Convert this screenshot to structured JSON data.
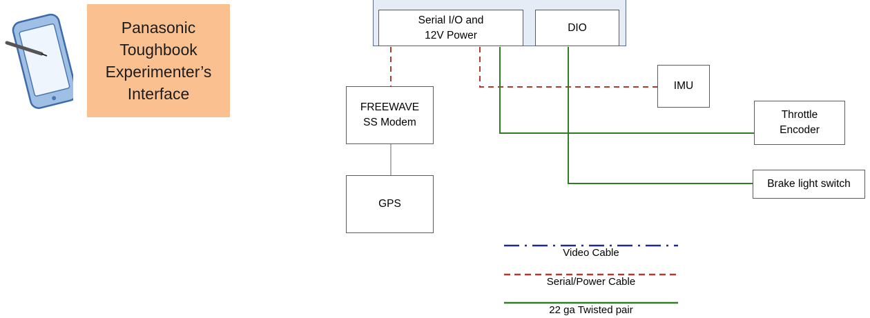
{
  "interface": {
    "title": "Panasonic\nToughbook\nExperimenter’s\nInterface",
    "icon": "tablet-stylus-icon"
  },
  "components": {
    "serial_io": "Serial I/O and\n12V Power",
    "dio": "DIO",
    "freewave": "FREEWAVE\nSS Modem",
    "gps": "GPS",
    "imu": "IMU",
    "throttle": "Throttle\nEncoder",
    "brake": "Brake light switch"
  },
  "legend": [
    {
      "label": "Video Cable",
      "style": "dash-dot",
      "color": "#1f2a8c"
    },
    {
      "label": "Serial/Power Cable",
      "style": "dashed",
      "color": "#b03a2e"
    },
    {
      "label": "22 ga Twisted pair",
      "style": "solid",
      "color": "#2e7d22"
    }
  ],
  "colors": {
    "serial_power": "#b03a2e",
    "twisted_pair": "#2e7d22",
    "video": "#1f2a8c",
    "plain": "#666666",
    "interface_fill": "#fac08f",
    "host_fill": "#e6ecf6"
  }
}
